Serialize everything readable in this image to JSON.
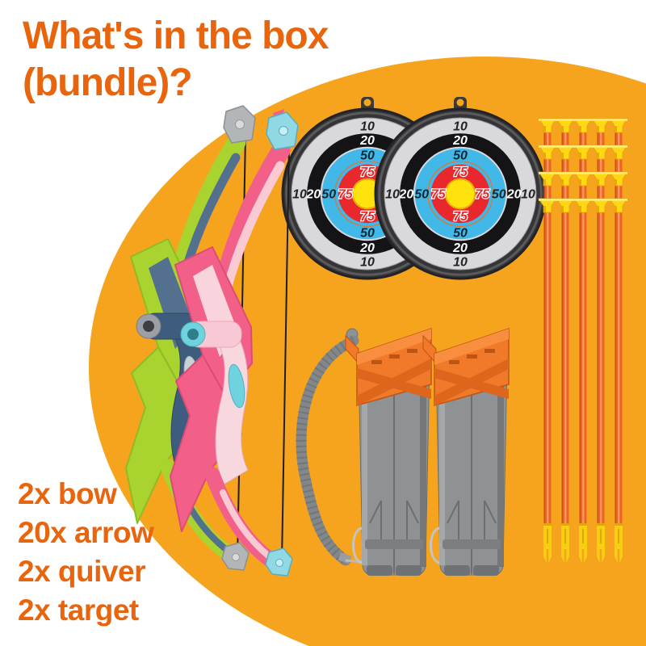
{
  "page": {
    "background_color": "#FFFFFF",
    "backdrop_color": "#F6A41E",
    "text_color": "#E8650D"
  },
  "title": {
    "line1": "What's in the box",
    "line2": "(bundle)?"
  },
  "contents_list": {
    "items": [
      {
        "label": "2x bow"
      },
      {
        "label": "20x arrow"
      },
      {
        "label": "2x quiver"
      },
      {
        "label": "2x target"
      }
    ]
  },
  "bundle_items": {
    "targets": {
      "count": 2,
      "ring_values_outer_to_inner": [
        "10",
        "20",
        "50",
        "75"
      ],
      "ring_colors": {
        "rim": "#353537",
        "ring_10": "#D9D9DB",
        "ring_20": "#141416",
        "ring_50": "#41B8E8",
        "ring_75": "#E8282C",
        "bullseye": "#FFE20C"
      }
    },
    "arrows": {
      "count": 20,
      "rows": 4,
      "columns": 5,
      "tip_style": "suction-cup",
      "shaft_color": "#ED6325",
      "tip_color": "#FFD713"
    },
    "quivers": {
      "count": 2,
      "body_color": "#8E9295",
      "cap_color": "#F0792A"
    },
    "bows": {
      "count": 2,
      "variants": [
        {
          "name": "green bow",
          "primary_color": "#A9D32F",
          "secondary_color": "#53718F"
        },
        {
          "name": "pink bow",
          "primary_color": "#F2608A",
          "secondary_color": "#F9C9D4",
          "accent_color": "#6FD3DF"
        }
      ]
    }
  }
}
